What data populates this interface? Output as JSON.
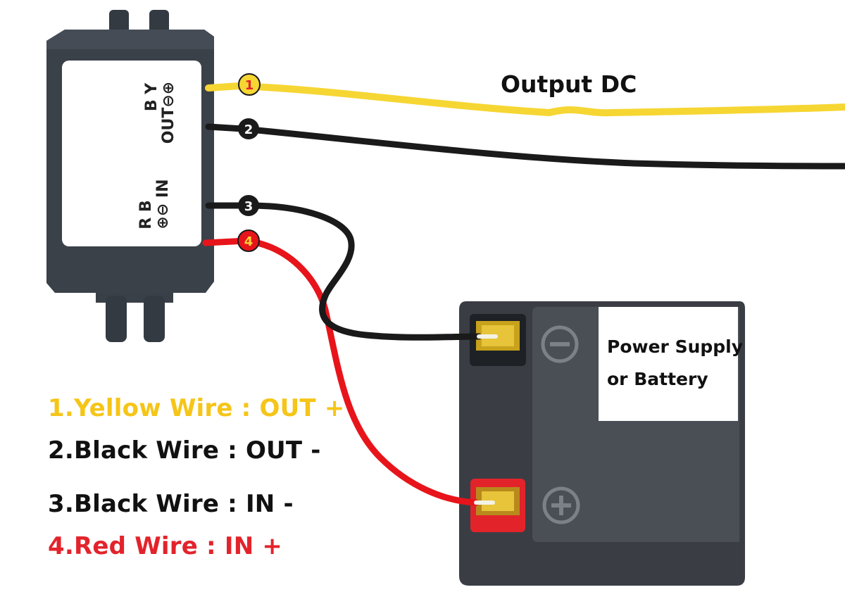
{
  "labels": {
    "output": "Output DC",
    "power_supply_line1": "Power Supply",
    "power_supply_line2": "or Battery"
  },
  "converter": {
    "out_marking": "B Y",
    "out_terminal": "OUT⊖⊕",
    "in_marking": "R B",
    "in_terminal": "⊕⊖ IN"
  },
  "battery": {
    "negative_symbol": "⊖",
    "positive_symbol": "⊕"
  },
  "wires": [
    {
      "number": "1",
      "label": "1.Yellow Wire : OUT +",
      "color": "#f6d633"
    },
    {
      "number": "2",
      "label": "2.Black Wire : OUT -",
      "color": "#1a1a1a"
    },
    {
      "number": "3",
      "label": "3.Black Wire : IN -",
      "color": "#1a1a1a"
    },
    {
      "number": "4",
      "label": "4.Red Wire : IN +",
      "color": "#e8141b"
    }
  ],
  "colors": {
    "yellow_wire": "#f6d633",
    "black_wire": "#1a1a1a",
    "red_wire": "#e8141b",
    "legend_yellow": "#f5c518",
    "legend_red": "#e3232b",
    "housing": "#3a4048"
  }
}
